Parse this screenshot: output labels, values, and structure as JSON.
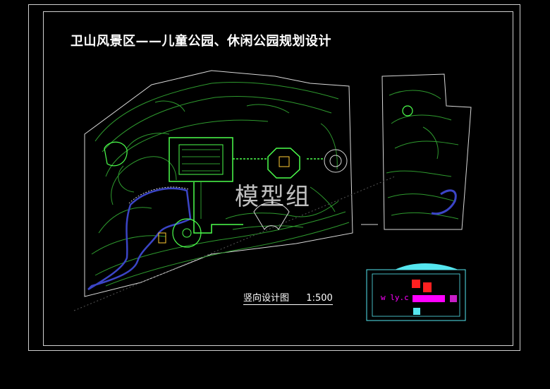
{
  "drawing": {
    "title": "卫山风景区——儿童公园、休闲公园规划设计",
    "caption": "竖向设计图",
    "scale": "1:500",
    "watermark": "模型组",
    "legend_fragment": "w           ly.c"
  },
  "colors": {
    "background": "#000000",
    "contour": "#2e9a2e",
    "bright_green": "#4cff4c",
    "water": "#3b45c6",
    "frame": "#cfcfcf",
    "magenta": "#ff00ff",
    "cyan": "#55e6ef",
    "red": "#ff2020"
  }
}
